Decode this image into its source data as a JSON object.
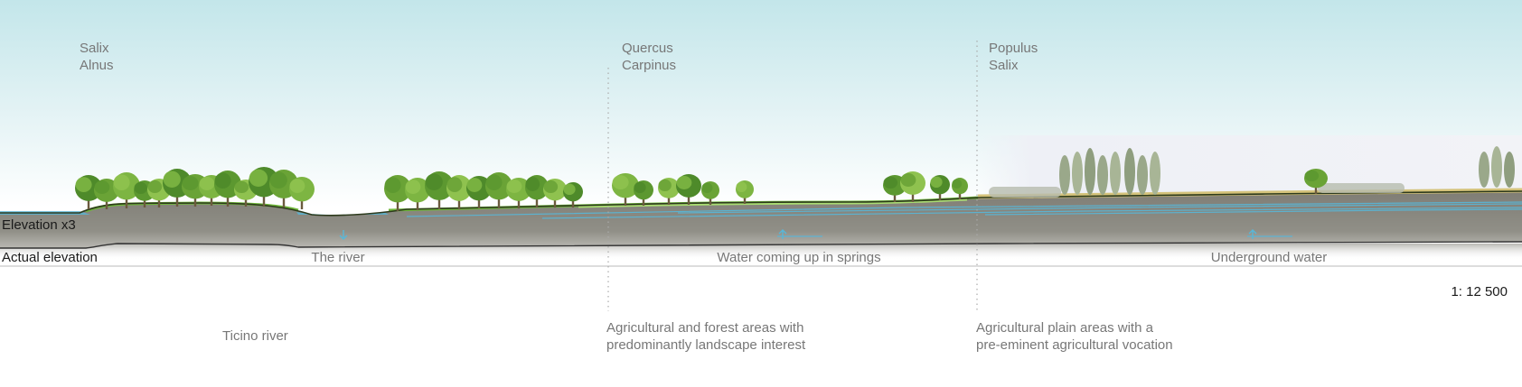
{
  "species": [
    {
      "line1": "Salix",
      "line2": "Alnus"
    },
    {
      "line1": "Quercus",
      "line2": "Carpinus"
    },
    {
      "line1": "Populus",
      "line2": "Salix"
    }
  ],
  "profile_labels": {
    "elevation_x3": "Elevation x3",
    "actual_elevation": "Actual elevation"
  },
  "water_labels": {
    "river": "The river",
    "springs": "Water coming up in springs",
    "underground": "Underground water"
  },
  "scale": "1: 12 500",
  "zones": [
    {
      "line1": "Ticino river",
      "line2": ""
    },
    {
      "line1": "Agricultural and forest areas with",
      "line2": "predominantly landscape interest"
    },
    {
      "line1": "Agricultural plain areas with a",
      "line2": "pre-eminent agricultural vocation"
    }
  ],
  "colors": {
    "sky_top": "#c3e6ea",
    "ground": "#8b8a82",
    "grass": "#6fb83a",
    "field": "#d4c27a",
    "water": "#58b7d8",
    "divider": "#aaaaaa"
  }
}
